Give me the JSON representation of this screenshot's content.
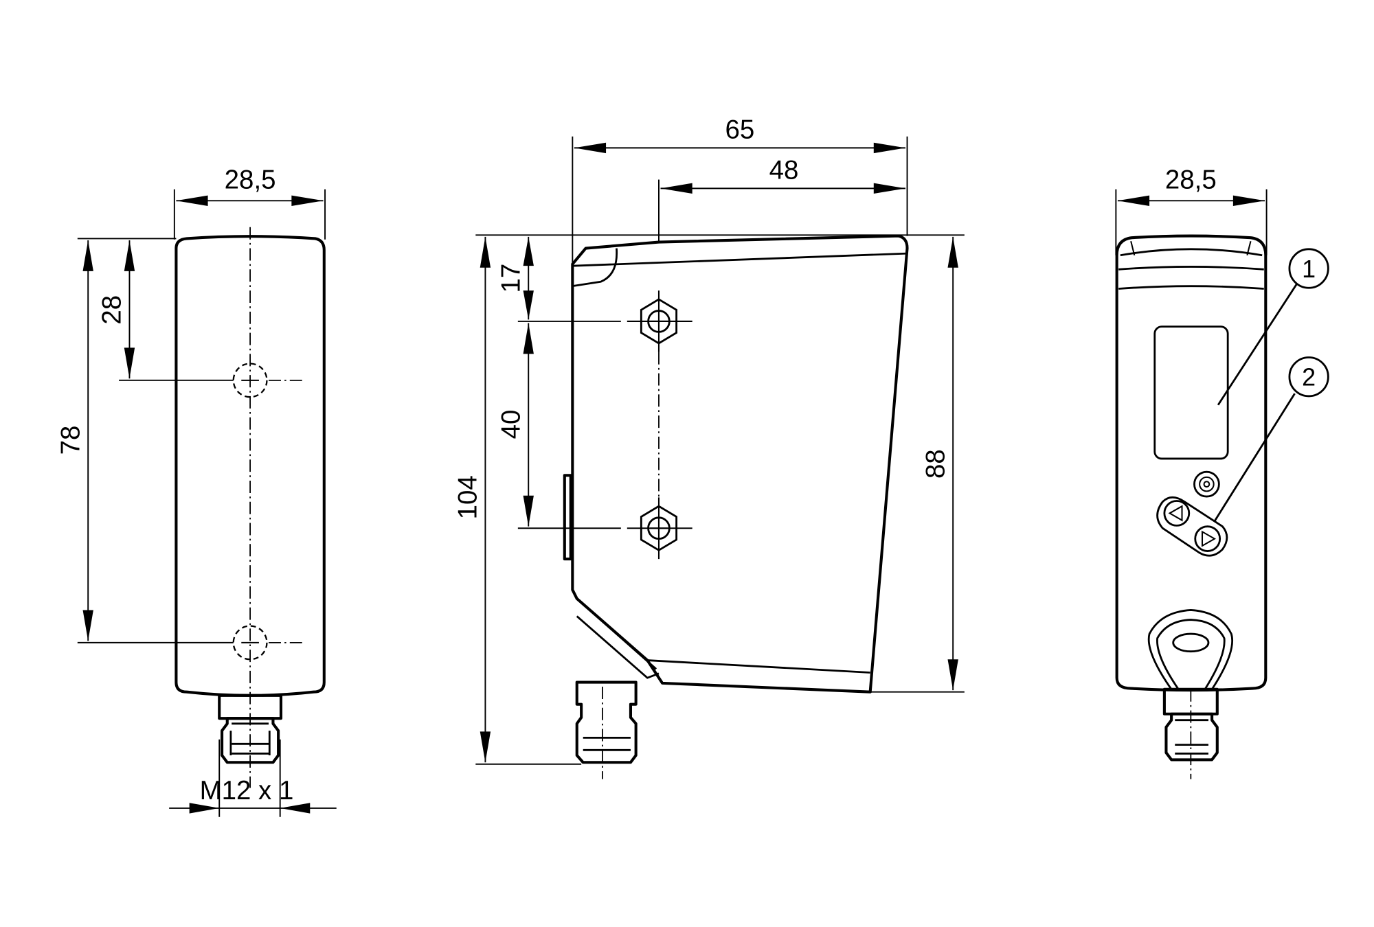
{
  "drawing": {
    "title": "Sensor dimension drawing",
    "units": "mm",
    "stroke_color": "#000000",
    "background": "#ffffff"
  },
  "views": {
    "rear": {
      "width_label": "28,5",
      "hole_offset_label": "28",
      "hole_spacing_label": "78",
      "thread_label": "M12 x 1"
    },
    "side": {
      "overall_depth_label": "65",
      "top_depth_label": "48",
      "nut_offset_label": "17",
      "nut_spacing_label": "40",
      "overall_height_label": "104",
      "body_height_label": "88"
    },
    "front": {
      "width_label": "28,5",
      "callouts": [
        {
          "number": "1",
          "target": "display"
        },
        {
          "number": "2",
          "target": "push buttons"
        }
      ]
    }
  }
}
